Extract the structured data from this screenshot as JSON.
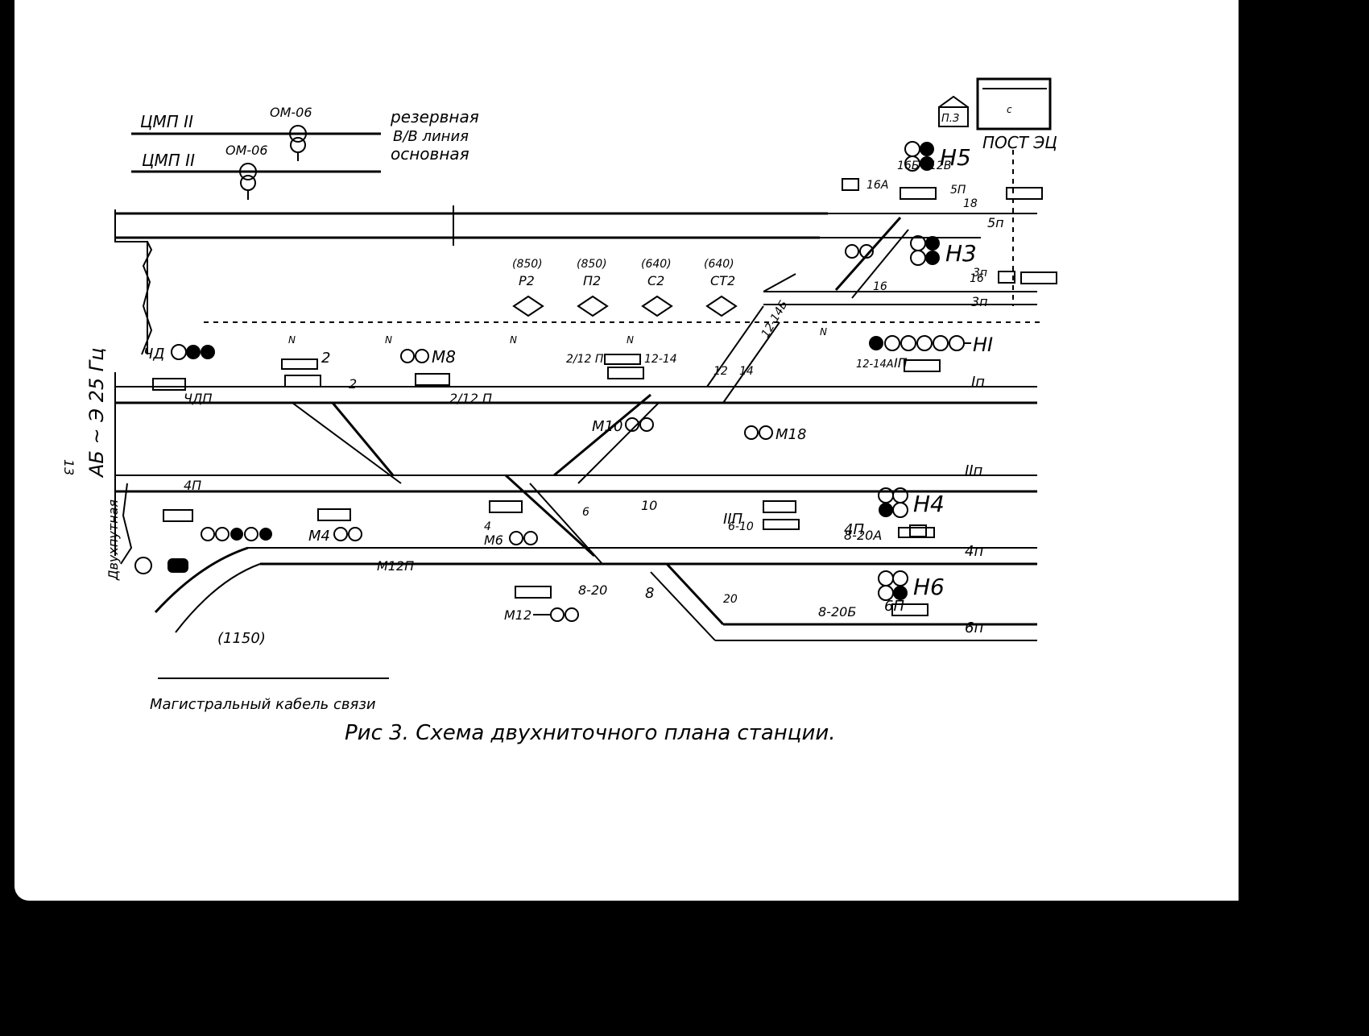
{
  "header_lines": [
    {
      "name": "ЦМП II",
      "device": "ОМ-06",
      "desc": "резервная"
    },
    {
      "name": "ЦМП II",
      "device": "ОМ-06",
      "desc": "основная"
    }
  ],
  "line_type": "В/В линия",
  "post": "ПОСТ ЭЦ",
  "post_badge": "П.З",
  "power_label": "АБ ~ Э 25 Гц",
  "direction_label": "Двухпутная",
  "page_number": "13",
  "signals_right": [
    "Н5",
    "Н3",
    "НI",
    "Н4",
    "Н6"
  ],
  "signals_left": [
    "ЧД",
    "М8",
    "М10",
    "М18",
    "М4",
    "М6",
    "М12"
  ],
  "tracks": [
    "5п",
    "3п",
    "Iп",
    "IIп",
    "4п",
    "6п"
  ],
  "track_sections": [
    "ЧДП",
    "2/12 П",
    "4П",
    "М12П",
    "4П",
    "6П",
    "IIП",
    "IП",
    "3п",
    "5П"
  ],
  "switches": [
    "2",
    "12",
    "14",
    "10",
    "6",
    "8",
    "20",
    "16",
    "18",
    "4",
    "8-20А",
    "8-20Б",
    "6-10",
    "2/12 П",
    "12-14",
    "12-14А",
    "16Б",
    "12В",
    "12-14Б",
    "16А",
    "8-20"
  ],
  "crossings": [
    {
      "name": "Р2",
      "km": "(850)"
    },
    {
      "name": "П2",
      "km": "(850)"
    },
    {
      "name": "С2",
      "km": "(640)"
    },
    {
      "name": "СТ2",
      "km": "(640)"
    }
  ],
  "km_marker": "(1150)",
  "cable_legend": "Магистральный кабель связи",
  "caption": "Рис 3. Схема двухниточного плана станции.",
  "N_mark": "N"
}
